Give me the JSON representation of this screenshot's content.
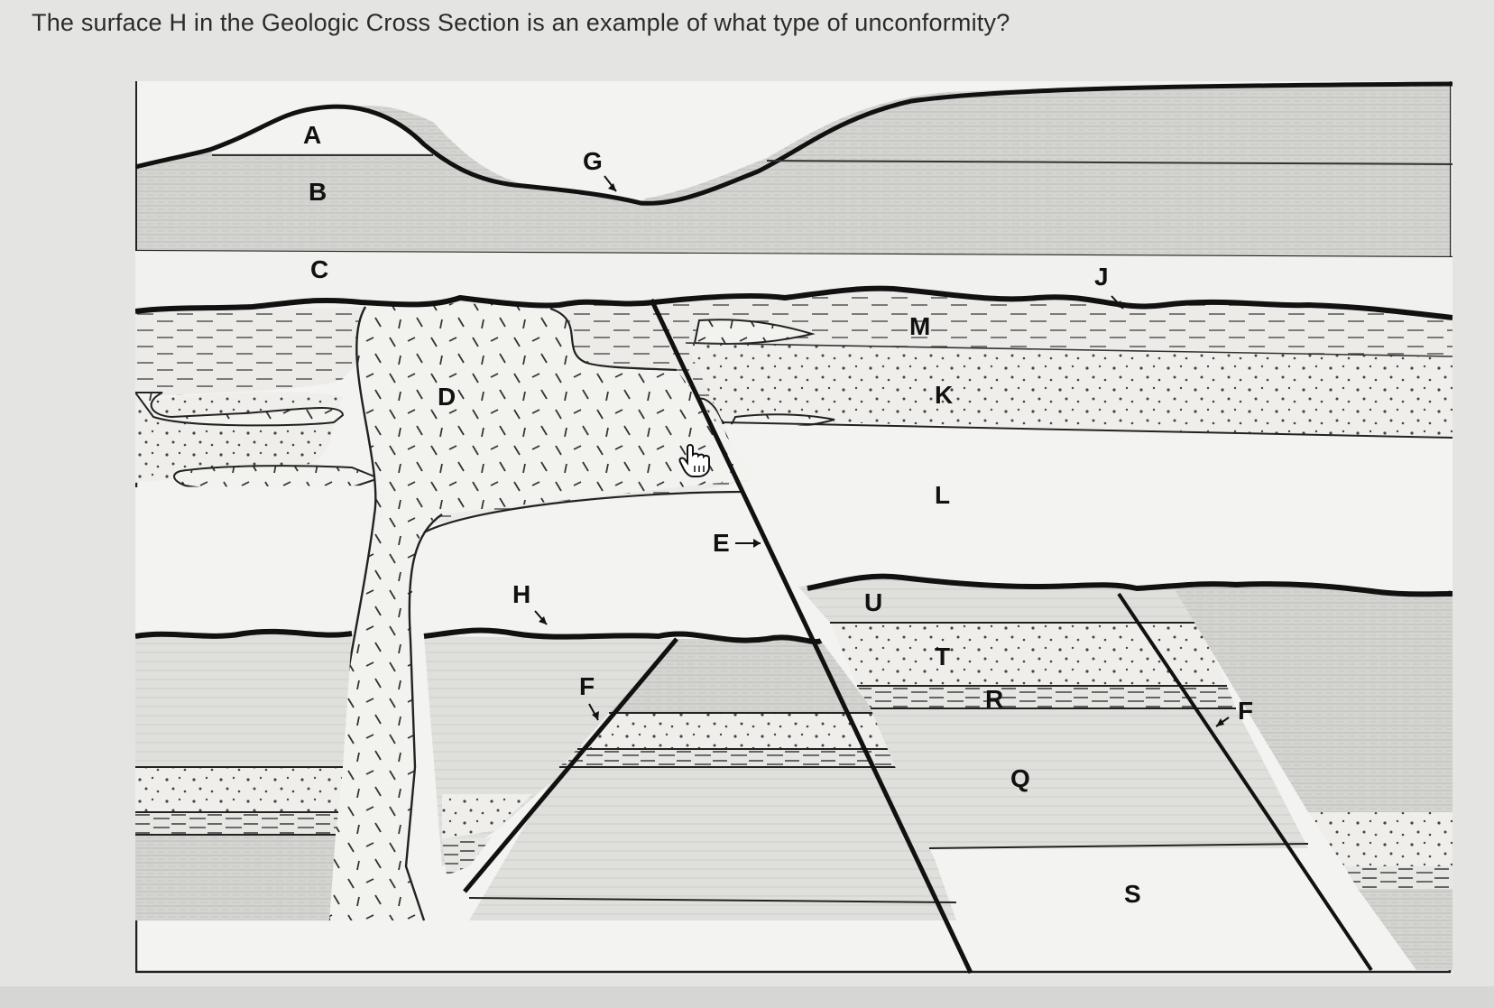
{
  "question": {
    "text": "The surface H in the Geologic Cross Section is an example of what type of unconformity?"
  },
  "diagram": {
    "labels": {
      "A": "A",
      "B": "B",
      "C": "C",
      "D": "D",
      "E": "E",
      "F_left": "F",
      "F_right": "F",
      "G": "G",
      "H": "H",
      "J": "J",
      "K": "K",
      "L": "L",
      "M": "M",
      "Q": "Q",
      "R": "R",
      "S": "S",
      "T": "T",
      "U": "U"
    },
    "icons": [
      "hand-cursor-icon"
    ]
  }
}
